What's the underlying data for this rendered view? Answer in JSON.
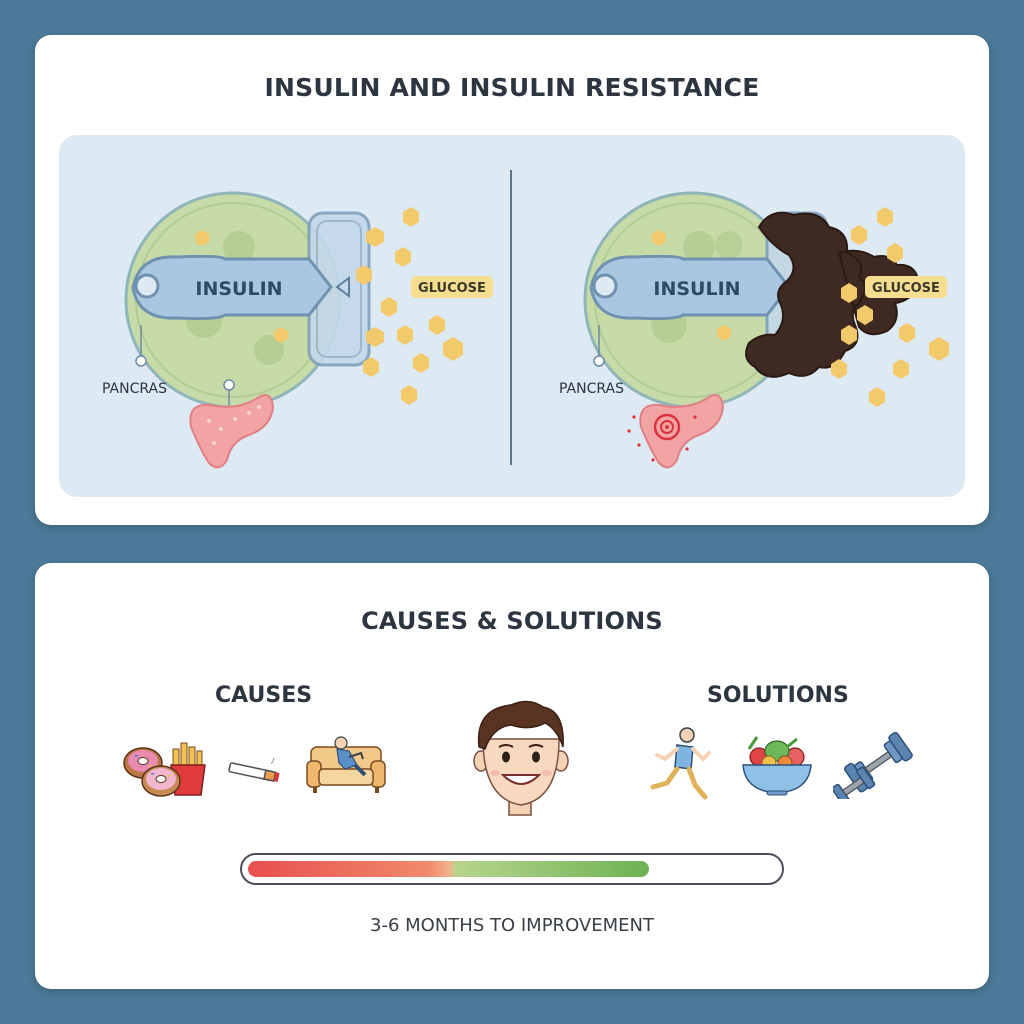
{
  "top_card": {
    "title": "INSULIN AND INSULIN RESISTANCE",
    "normal": {
      "key_label": "INSULIN",
      "glucose_label": "GLUCOSE",
      "organ_label": "PANCRAS"
    },
    "resistant": {
      "key_label": "INSULIN",
      "glucose_label": "GLUCOSE",
      "organ_label": "PANCRAS"
    }
  },
  "bottom_card": {
    "title": "CAUSES & SOLUTIONS",
    "causes_label": "CAUSES",
    "solutions_label": "SOLUTIONS",
    "causes_icons": [
      "donuts-fries-icon",
      "cigarette-icon",
      "couch-icon"
    ],
    "solutions_icons": [
      "running-person-icon",
      "salad-bowl-icon",
      "dumbbells-icon"
    ],
    "center_icon": "smiling-face-icon",
    "progress": {
      "fraction": 0.76,
      "red_portion": 0.5,
      "caption": "3-6 MONTHS TO IMPROVEMENT"
    }
  },
  "colors": {
    "background": "#4d7a9b",
    "cell": "#c7dba9",
    "key": "#a9c7e0",
    "glucose": "#f2c96b",
    "pancreas": "#f2a3a3",
    "resistance_blob": "#3e2a22",
    "progress_red": "#e84f4f",
    "progress_green": "#6db255"
  }
}
